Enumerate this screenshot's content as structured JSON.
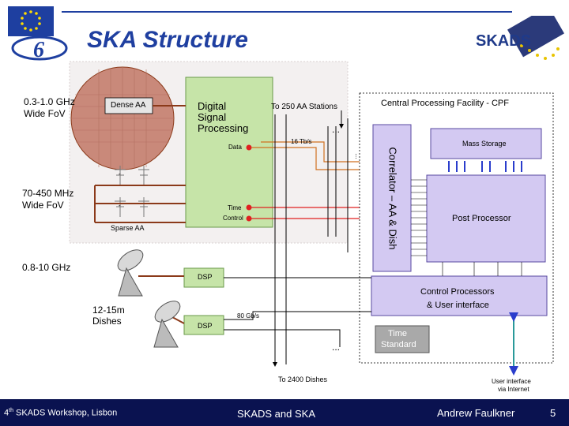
{
  "title": "SKA Structure",
  "logo_skads": "SKADS",
  "labels": {
    "freq_high": "0.3-1.0 GHz",
    "fov_high": "Wide FoV",
    "dense_aa": "Dense AA",
    "dsp_main": "Digital",
    "dsp_main2": "Signal",
    "dsp_main3": "Processing",
    "to_stations": "To 250 AA Stations",
    "cpf": "Central Processing Facility - CPF",
    "data": "Data",
    "rate16": "16 Tb/s",
    "mass_storage": "Mass Storage",
    "freq_low": "70-450 MHz",
    "fov_low": "Wide FoV",
    "time": "Time",
    "control": "Control",
    "sparse_aa": "Sparse AA",
    "correlator": "Correlator – AA & Dish",
    "post_processor": "Post Processor",
    "freq_dish": "0.8-10 GHz",
    "dsp1": "DSP",
    "control_proc": "Control Processors",
    "user_iface": "& User interface",
    "dishes": "12-15m",
    "dishes2": "Dishes",
    "rate80": "80 Gb/s",
    "dsp2": "DSP",
    "time_std": "Time",
    "time_std2": "Standard",
    "to_dishes": "To 2400 Dishes",
    "user_internet": "User interface",
    "user_internet2": "via Internet",
    "dots": "...",
    "dots_v": "...",
    "tick_label": "-"
  },
  "footer": {
    "left_pre": "4",
    "left_sup": "th",
    "left_post": " SKADS Workshop, Lisbon",
    "center": "SKADS and SKA",
    "author": "Andrew Faulkner",
    "page": "5"
  },
  "colors": {
    "link_brown": "#8b3a1a",
    "green_box": "#c6e4a8",
    "purple": "#cfc6f0",
    "blue_arrow": "#2a3dcc",
    "red_dot": "#e02020",
    "dense_fill": "#c88a78",
    "orange_bar": "#e8a020"
  }
}
